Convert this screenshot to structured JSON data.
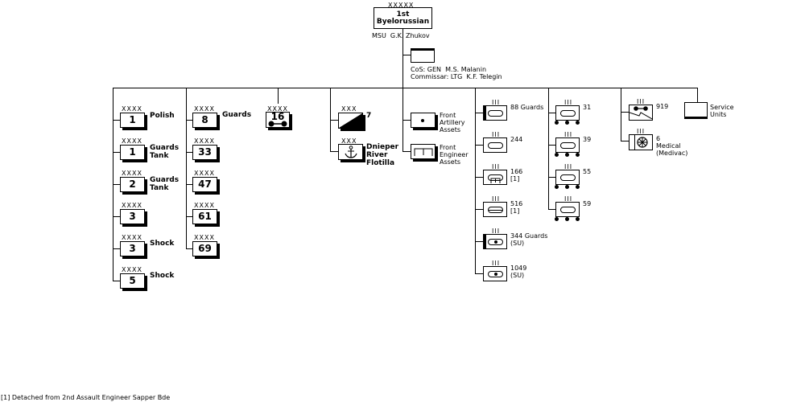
{
  "hq": {
    "echelon": "XXXXX",
    "line1": "1st",
    "line2": "Byelorussian",
    "commander": "MSU  G.K. Zhukov"
  },
  "staff": {
    "cos": "CoS: GEN  M.S. Malanin",
    "commissar": "Commissar: LTG  K.F. Telegin"
  },
  "armies": [
    {
      "echelon": "XXXX",
      "number": "1",
      "label": "Polish"
    },
    {
      "echelon": "XXXX",
      "number": "1",
      "label": "Guards\nTank"
    },
    {
      "echelon": "XXXX",
      "number": "2",
      "label": "Guards\nTank"
    },
    {
      "echelon": "XXXX",
      "number": "3",
      "label": ""
    },
    {
      "echelon": "XXXX",
      "number": "3",
      "label": "Shock"
    },
    {
      "echelon": "XXXX",
      "number": "5",
      "label": "Shock"
    }
  ],
  "armies2": [
    {
      "echelon": "XXXX",
      "number": "8",
      "label": "Guards"
    },
    {
      "echelon": "XXXX",
      "number": "33",
      "label": ""
    },
    {
      "echelon": "XXXX",
      "number": "47",
      "label": ""
    },
    {
      "echelon": "XXXX",
      "number": "61",
      "label": ""
    },
    {
      "echelon": "XXXX",
      "number": "69",
      "label": ""
    }
  ],
  "air_army": {
    "echelon": "XXXX",
    "number": "16"
  },
  "corps": {
    "echelon": "XXX",
    "number": "7"
  },
  "flotilla": {
    "echelon": "XXX",
    "label": "Dnieper\nRiver\nFlotilla",
    "icon": "anchor-icon"
  },
  "front_artillery": {
    "label": "Front\nArtillery\nAssets"
  },
  "front_engineer": {
    "label": "Front\nEngineer\nAssets"
  },
  "tank_units": [
    {
      "echelon": "III",
      "label": "88 Guards"
    },
    {
      "echelon": "III",
      "label": "244"
    },
    {
      "echelon": "III",
      "label": "166\n[1]"
    },
    {
      "echelon": "III",
      "label": "516\n[1]"
    },
    {
      "echelon": "III",
      "label": "344 Guards\n(SU)"
    },
    {
      "echelon": "III",
      "label": "1049\n(SU)"
    }
  ],
  "motorized_units": [
    {
      "echelon": "III",
      "label": "31"
    },
    {
      "echelon": "III",
      "label": "39"
    },
    {
      "echelon": "III",
      "label": "55"
    },
    {
      "echelon": "III",
      "label": "59"
    }
  ],
  "support_units": [
    {
      "echelon": "III",
      "label": "919"
    },
    {
      "echelon": "III",
      "label": "6\nMedical\n(Medivac)"
    }
  ],
  "service_units": {
    "label": "Service\nUnits"
  },
  "footnote": "[1] Detached from 2nd Assault Engineer Sapper Bde"
}
